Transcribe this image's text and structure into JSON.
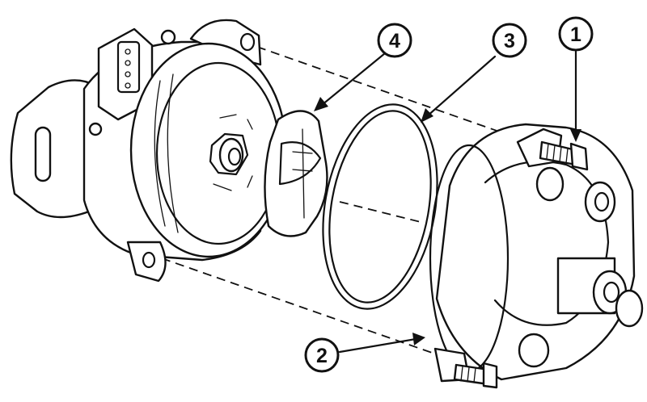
{
  "diagram": {
    "callouts": [
      {
        "id": "callout-1",
        "label": "1"
      },
      {
        "id": "callout-2",
        "label": "2"
      },
      {
        "id": "callout-3",
        "label": "3"
      },
      {
        "id": "callout-4",
        "label": "4"
      }
    ]
  },
  "colors": {
    "ink": "#111111",
    "paper": "#ffffff"
  }
}
